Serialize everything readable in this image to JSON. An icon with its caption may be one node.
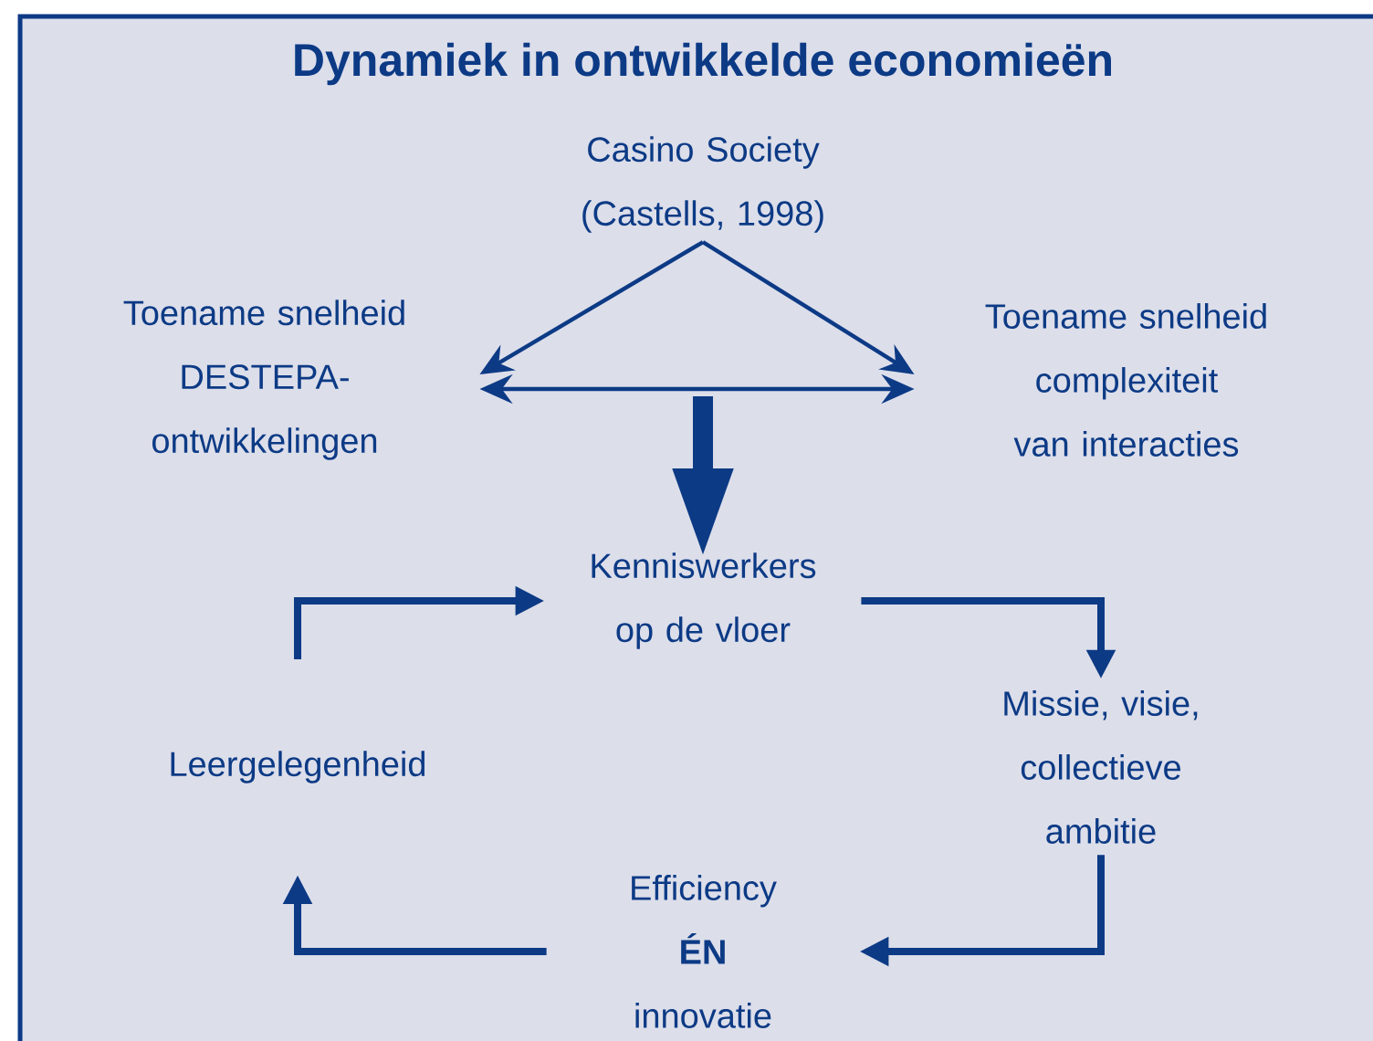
{
  "diagram": {
    "title": "Dynamiek in ontwikkelde economieën",
    "nodes": [
      {
        "text": [
          "Casino Society (Castells, 1998)"
        ]
      },
      {
        "text": [
          "Toename snelheid DESTEPA-ontwikkelingen"
        ]
      },
      {
        "text": [
          "Toename snelheid complexiteit van interacties"
        ]
      },
      {
        "text": [
          "Kenniswerkers op de vloer"
        ]
      },
      {
        "text": [
          "Missie, visie, collectieve ambitie"
        ]
      },
      {
        "text": [
          "Leergelegenheid"
        ]
      },
      {
        "text": [
          "Efficiency **ÉN** innovatie"
        ]
      }
    ],
    "edges": [
      {
        "from": 0,
        "to": 1,
        "arrow": "to"
      },
      {
        "from": 0,
        "to": 2,
        "arrow": "to"
      },
      {
        "from": 1,
        "to": 2,
        "arrow": "both"
      },
      {
        "from": null,
        "to": 3,
        "arrow": "to",
        "style": "thick"
      },
      {
        "from": 3,
        "to": 4,
        "arrow": "to"
      },
      {
        "from": 4,
        "to": 6,
        "arrow": "to"
      },
      {
        "from": 6,
        "to": 5,
        "arrow": "to"
      },
      {
        "from": 5,
        "to": 3,
        "arrow": "to"
      }
    ]
  }
}
